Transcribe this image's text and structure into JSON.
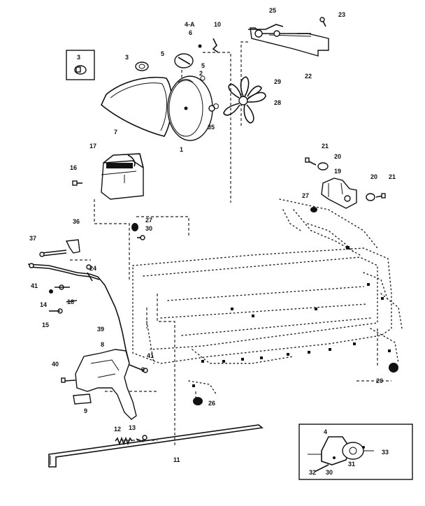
{
  "diagram": {
    "callouts": {
      "c4a": "4-A",
      "c6": "6",
      "c10a": "10",
      "c25": "25",
      "c23": "23",
      "c3box": "3",
      "c3": "3",
      "c5a": "5",
      "c5b": "5",
      "c2": "2",
      "c22": "22",
      "c29": "29",
      "c28": "28",
      "c7": "7",
      "c35": "35",
      "c1": "1",
      "c17": "17",
      "c16": "16",
      "c21a": "21",
      "c20a": "20",
      "c19": "19",
      "c20b": "20",
      "c21b": "21",
      "c27a": "27",
      "c36": "36",
      "c27b": "27",
      "c30a": "30",
      "c37": "37",
      "c24": "24",
      "c41a": "41",
      "c14": "14",
      "c18": "18",
      "c15": "15",
      "c39": "39",
      "c8": "8",
      "c41b": "41",
      "c40": "40",
      "c9a": "9",
      "c9b": "9",
      "c12": "12",
      "c13": "13",
      "c26": "26",
      "c20c": "20",
      "c11": "11",
      "c4b": "4",
      "c33": "33",
      "c31": "31",
      "c32": "32",
      "c30b": "30"
    }
  }
}
